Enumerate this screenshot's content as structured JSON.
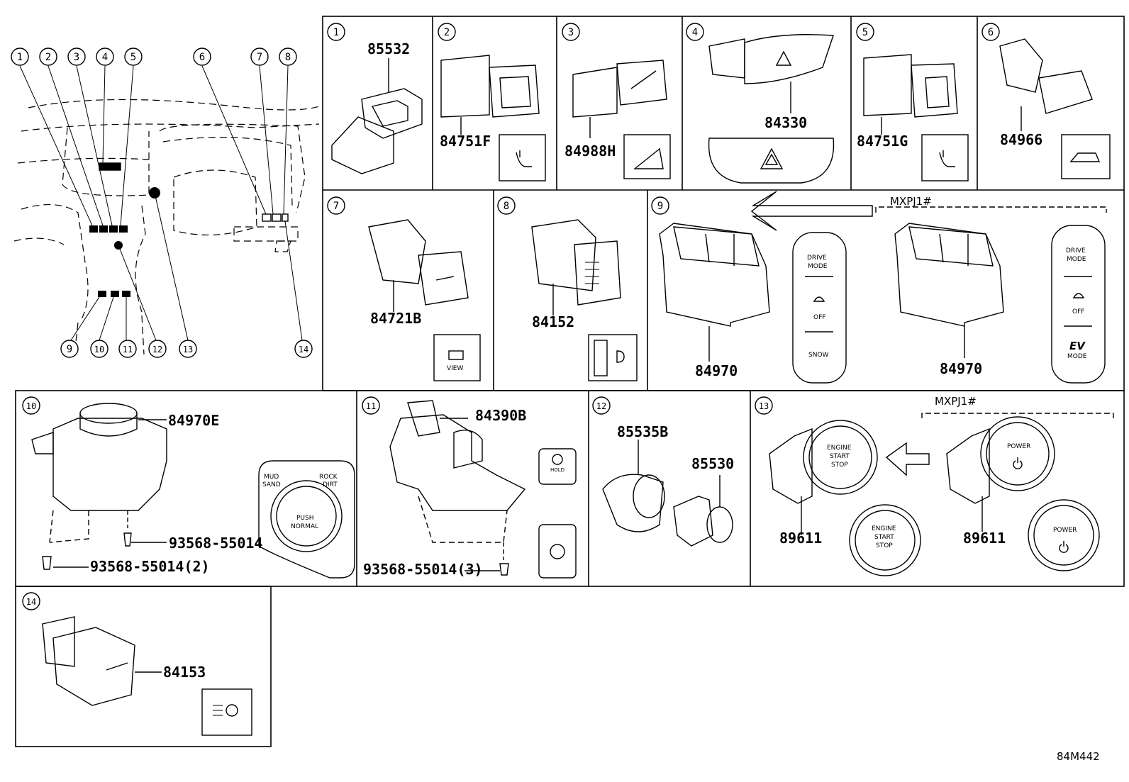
{
  "diagram_code": "84M442",
  "overview": {
    "callouts": [
      "1",
      "2",
      "3",
      "4",
      "5",
      "6",
      "7",
      "8",
      "9",
      "10",
      "11",
      "12",
      "13",
      "14"
    ]
  },
  "panels": {
    "p1": {
      "num": "1",
      "part": "85532"
    },
    "p2": {
      "num": "2",
      "part": "84751F"
    },
    "p3": {
      "num": "3",
      "part": "84988H"
    },
    "p4": {
      "num": "4",
      "part": "84330"
    },
    "p5": {
      "num": "5",
      "part": "84751G"
    },
    "p6": {
      "num": "6",
      "part": "84966"
    },
    "p7": {
      "num": "7",
      "part": "84721B",
      "icon_text": "VIEW"
    },
    "p8": {
      "num": "8",
      "part": "84152"
    },
    "p9": {
      "num": "9",
      "model": "MXPJ1#",
      "part_left": "84970",
      "part_right": "84970",
      "left_buttons": [
        "DRIVE",
        "MODE",
        "OFF",
        "SNOW"
      ],
      "right_buttons": [
        "DRIVE",
        "MODE",
        "OFF",
        "EV",
        "MODE"
      ]
    },
    "p10": {
      "num": "10",
      "part": "84970E",
      "screw1": "93568-55014",
      "screw2": "93568-55014(2)",
      "dial_labels": [
        "MUD",
        "SAND",
        "ROCK",
        "DIRT",
        "PUSH",
        "NORMAL"
      ]
    },
    "p11": {
      "num": "11",
      "part": "84390B",
      "screw": "93568-55014(3)",
      "hold_label": "HOLD"
    },
    "p12": {
      "num": "12",
      "part1": "85535B",
      "part2": "85530"
    },
    "p13": {
      "num": "13",
      "model": "MXPJ1#",
      "part_left": "89611",
      "part_right": "89611",
      "engine_label": [
        "ENGINE",
        "START",
        "STOP"
      ],
      "power_label": "POWER"
    },
    "p14": {
      "num": "14",
      "part": "84153"
    }
  }
}
